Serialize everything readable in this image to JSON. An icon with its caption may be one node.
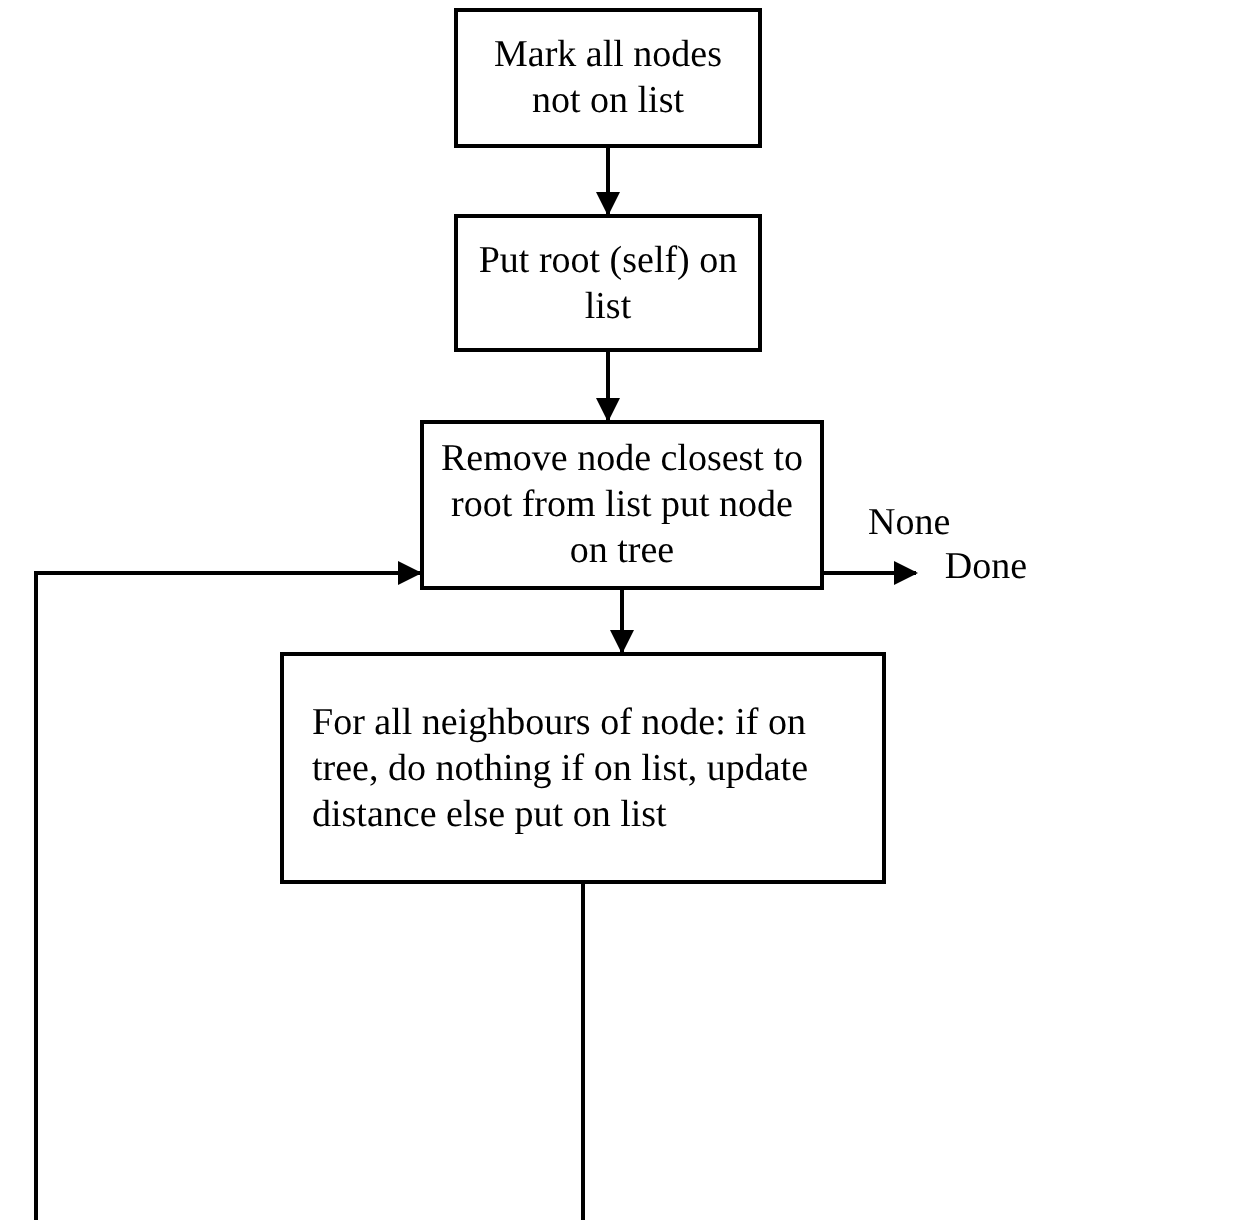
{
  "diagram": {
    "nodes": [
      {
        "text": [
          "Mark all nodes not on list"
        ]
      },
      {
        "text": [
          "Put root (self) on list"
        ]
      },
      {
        "text": [
          "Remove node closest to root from list put node on tree"
        ]
      },
      {
        "text": [
          "For all neighbours of node: if on tree, do nothing if on list, update distance else put on list"
        ]
      },
      {
        "text": [
          "Done"
        ]
      }
    ],
    "edges": [
      {
        "from": 0,
        "to": 1,
        "arrow": "to"
      },
      {
        "from": 1,
        "to": 2,
        "arrow": "to"
      },
      {
        "from": 2,
        "to": 3,
        "arrow": "to"
      },
      {
        "from": 3,
        "to": 2,
        "arrow": "to"
      },
      {
        "from": 2,
        "to": 4,
        "arrow": "to",
        "label": "None"
      }
    ]
  }
}
